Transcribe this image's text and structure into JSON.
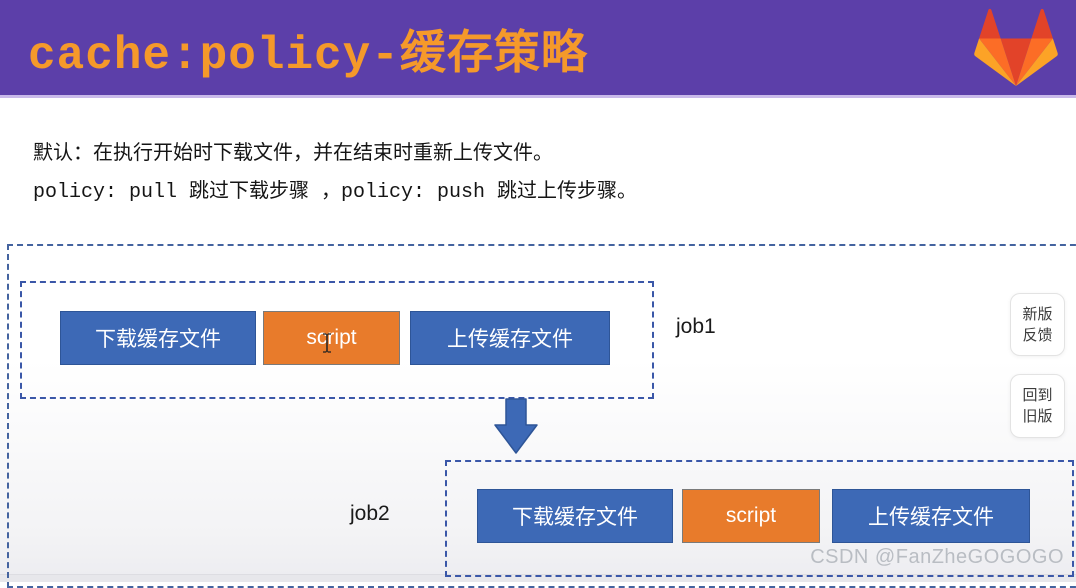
{
  "header": {
    "title": "cache:policy-缓存策略",
    "bg_color": "#5C3FA9",
    "title_color": "#F5992A",
    "logo_icon": "gitlab-tanuki",
    "logo_colors": {
      "red": "#e24329",
      "orange": "#fc6d26",
      "light_orange": "#fca326"
    }
  },
  "intro": {
    "line1": "默认：在执行开始时下载文件，并在结束时重新上传文件。",
    "line2": "policy: pull 跳过下载步骤 ，policy: push 跳过上传步骤。"
  },
  "diagram": {
    "jobs": [
      {
        "label": "job1",
        "steps": [
          {
            "label": "下载缓存文件",
            "type": "cache"
          },
          {
            "label": "script",
            "type": "script"
          },
          {
            "label": "上传缓存文件",
            "type": "cache"
          }
        ]
      },
      {
        "label": "job2",
        "steps": [
          {
            "label": "下载缓存文件",
            "type": "cache"
          },
          {
            "label": "script",
            "type": "script"
          },
          {
            "label": "上传缓存文件",
            "type": "cache"
          }
        ]
      }
    ],
    "colors": {
      "step_blue": "#3D69B6",
      "step_blue_border": "#2E5597",
      "step_orange": "#E87B2B",
      "dashed_border": "#3A57A8"
    }
  },
  "floating_buttons": [
    {
      "line1": "新版",
      "line2": "反馈"
    },
    {
      "line1": "回到",
      "line2": "旧版"
    }
  ],
  "watermark": "CSDN @FanZheGOGOGO"
}
